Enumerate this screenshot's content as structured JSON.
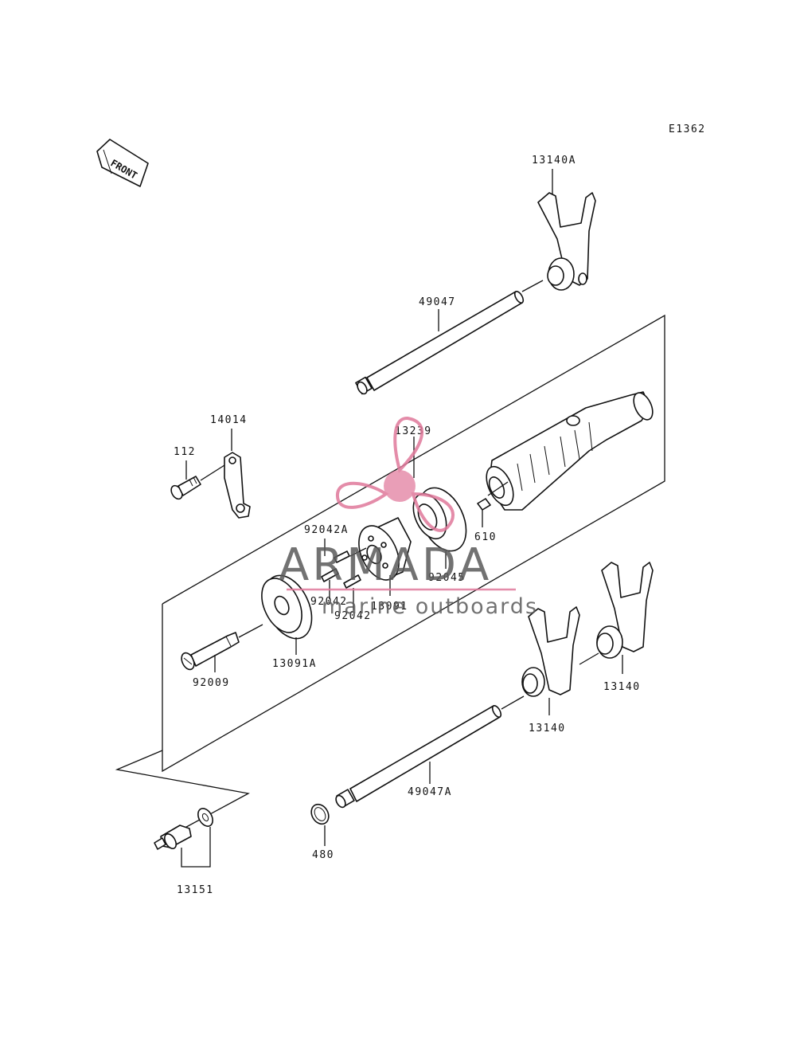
{
  "diagram_code": "E1362",
  "front_marker": "FRONT",
  "labels": {
    "p13140A": "13140A",
    "p49047": "49047",
    "p14014": "14014",
    "p112": "112",
    "p13239": "13239",
    "p610": "610",
    "p92042A": "92042A",
    "p92042_a": "92042",
    "p92042_b": "92042",
    "p13091": "13091",
    "p92045": "92045",
    "p92009": "92009",
    "p13091A": "13091A",
    "p13140_a": "13140",
    "p13140_b": "13140",
    "p49047A": "49047A",
    "p480": "480",
    "p13151": "13151"
  },
  "watermark": {
    "title": "ARMADA",
    "subtitle": "marine outboards",
    "accent_color": "#e0799b"
  }
}
